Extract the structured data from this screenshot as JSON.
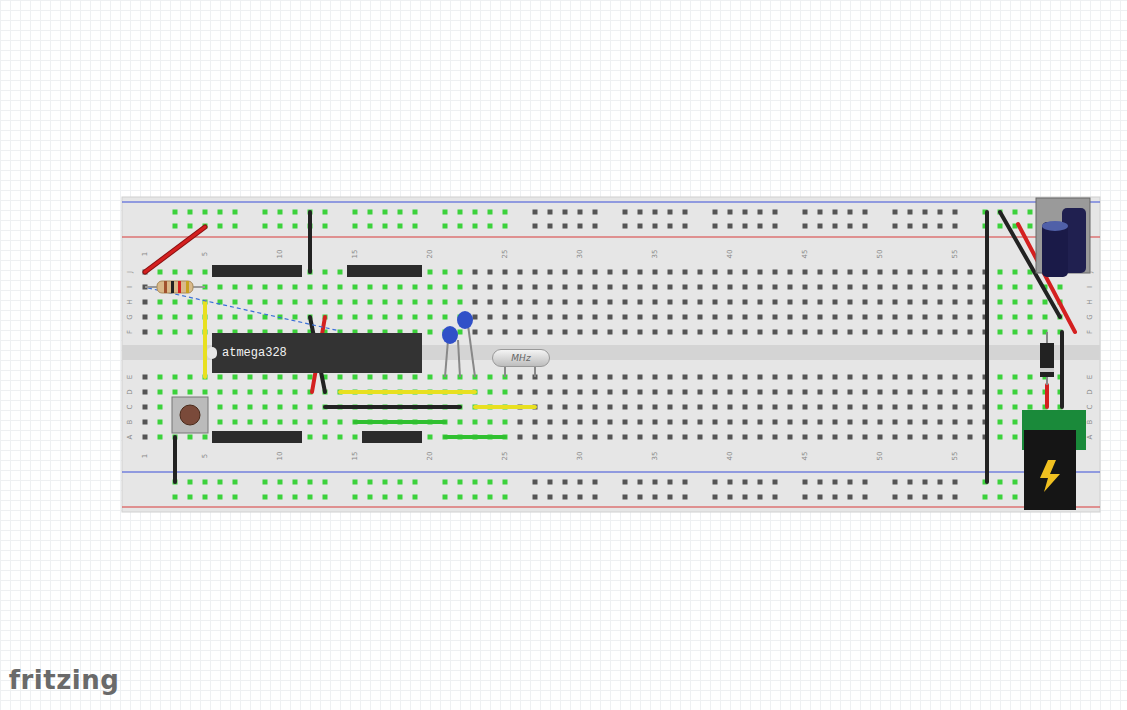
{
  "diagram": {
    "nodes": [
      {
        "text": [
          "atmega328"
        ]
      },
      {
        "text": [
          "MHz"
        ]
      }
    ],
    "labels": [
      "fritzing",
      "1",
      "5",
      "10",
      "15",
      "20",
      "25",
      "30",
      "35",
      "40",
      "45",
      "50",
      "55",
      "1",
      "5",
      "10",
      "15",
      "20",
      "25",
      "30",
      "35",
      "40",
      "45",
      "50",
      "55",
      "J",
      "I",
      "H",
      "G",
      "F",
      "E",
      "D",
      "C",
      "B",
      "A",
      "J",
      "I",
      "H",
      "G",
      "F",
      "E",
      "D",
      "C",
      "B",
      "A"
    ]
  }
}
